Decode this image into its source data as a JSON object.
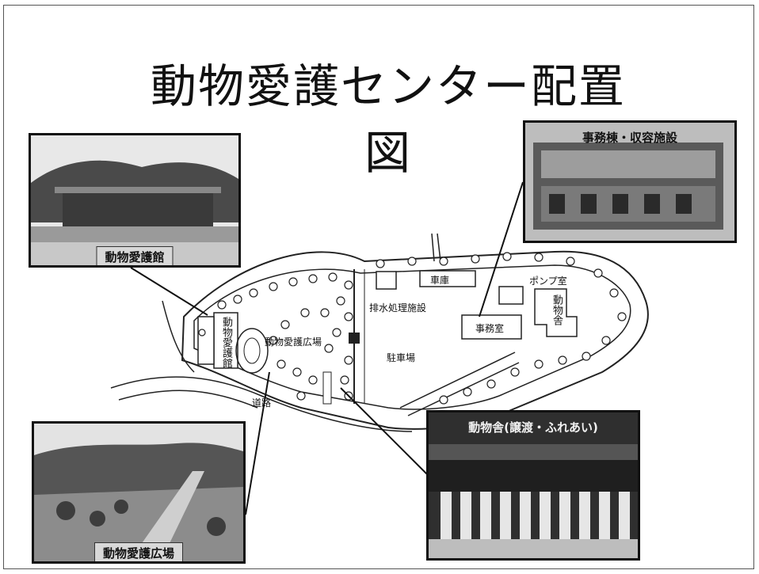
{
  "title": "動物愛護センター配置図",
  "photos": {
    "top_left": "動物愛護館",
    "top_right": "事務棟・収容施設",
    "bottom_left": "動物愛護広場",
    "bottom_right": "動物舎(譲渡・ふれあい)"
  },
  "map_labels": {
    "garage": "車庫",
    "pump_room": "ポンプ室",
    "drainage": "排水処理施設",
    "animal_building": "動物舎",
    "office": "事務室",
    "parking": "駐車場",
    "plaza": "動物愛護広場",
    "aigokan": "動物愛護館",
    "road": "道路"
  }
}
